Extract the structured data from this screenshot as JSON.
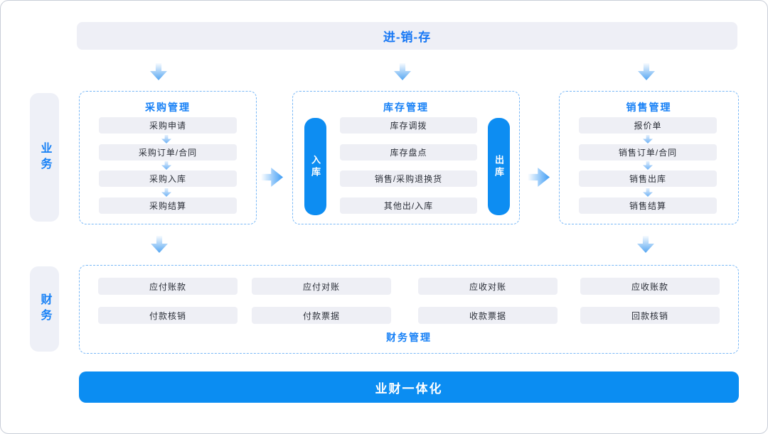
{
  "top_banner": {
    "label": "进-销-存"
  },
  "bottom_banner": {
    "label": "业财一体化"
  },
  "sidebar": {
    "business_label": "业务",
    "finance_label": "财务"
  },
  "groups": {
    "procurement": {
      "title": "采购管理",
      "items": [
        "采购申请",
        "采购订单/合同",
        "采购入库",
        "采购结算"
      ]
    },
    "inventory": {
      "title": "库存管理",
      "inbound_label": "入库",
      "outbound_label": "出库",
      "items": [
        "库存调拨",
        "库存盘点",
        "销售/采购退换货",
        "其他出/入库"
      ]
    },
    "sales": {
      "title": "销售管理",
      "items": [
        "报价单",
        "销售订单/合同",
        "销售出库",
        "销售结算"
      ]
    }
  },
  "finance": {
    "title": "财务管理",
    "row1": [
      "应付账款",
      "应付对账",
      "应收对账",
      "应收账款"
    ],
    "row2": [
      "付款核销",
      "付款票据",
      "收款票据",
      "回款核销"
    ]
  },
  "colors": {
    "accent_blue_text": "#1680f6",
    "bright_blue": "#0d8df2",
    "light_panel_bg": "#eeeff6",
    "dashed_border": "#79b8f7",
    "item_text": "#2b2f38",
    "arrow_blue": "#55a6f2"
  }
}
